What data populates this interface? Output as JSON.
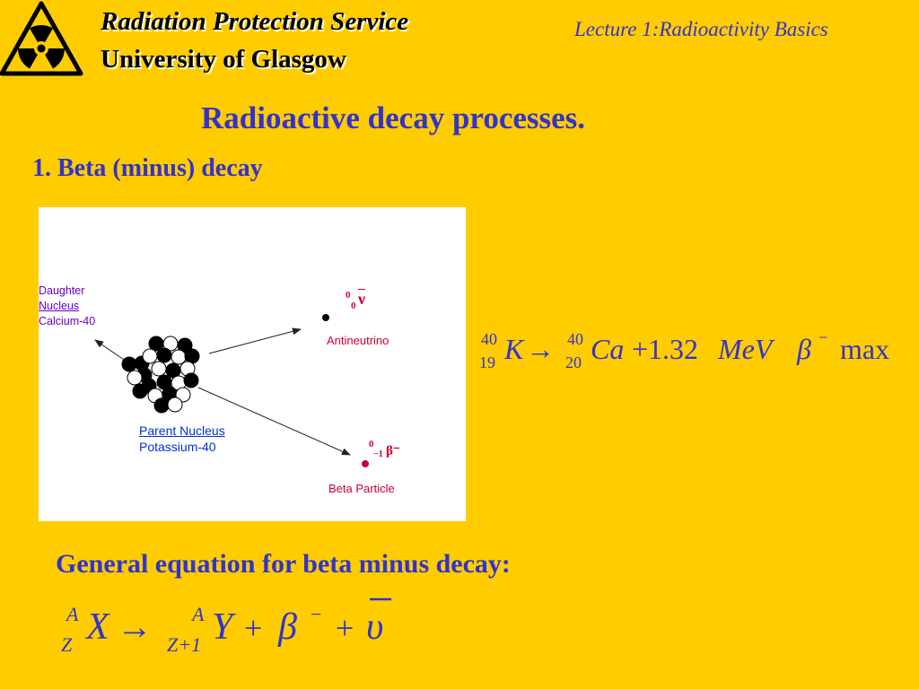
{
  "header": {
    "org_line1": "Radiation Protection Service",
    "org_line2": "University of Glasgow",
    "lecture": "Lecture 1:Radioactivity Basics",
    "logo_icon": "radiation-trefoil-icon"
  },
  "slide": {
    "title": "Radioactive decay processes.",
    "section": "1. Beta (minus) decay",
    "general_heading": "General equation for beta minus decay:"
  },
  "diagram": {
    "daughter_line1": "Daughter",
    "daughter_line2": "Nucleus",
    "daughter_line3": "Calcium-40",
    "parent_line1": "Parent Nucleus",
    "parent_line2": "Potassium-40",
    "antineutrino_label": "Antineutrino",
    "beta_label": "Beta Particle",
    "antineutrino_symbol": {
      "upper": "0",
      "lower": "0",
      "glyph": "ν"
    },
    "beta_symbol": {
      "upper": "0",
      "lower": "−1",
      "glyph": "β⁻"
    }
  },
  "equation_specific": {
    "parent_A": "40",
    "parent_Z": "19",
    "parent": "K",
    "arrow": "→",
    "daughter_A": "40",
    "daughter_Z": "20",
    "daughter": "Ca",
    "energy": "+1.32",
    "unit": "MeV",
    "beta": "β",
    "beta_sup": "−",
    "suffix": "max"
  },
  "equation_general": {
    "parent_A": "A",
    "parent_Z": "Z",
    "parent": "X",
    "arrow": "→",
    "daughter_A": "A",
    "daughter_Z": "Z+1",
    "daughter": "Y",
    "plus1": "+",
    "beta": "β",
    "beta_sup": "−",
    "plus2": "+",
    "antineutrino": "υ"
  }
}
